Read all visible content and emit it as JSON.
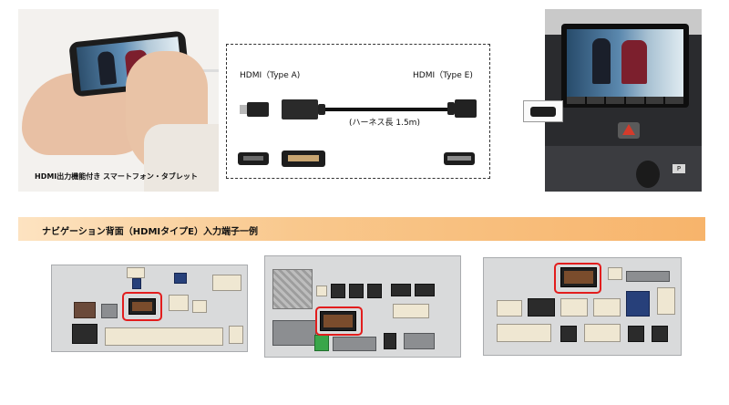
{
  "phone_panel": {
    "caption": "HDMI出力機能付き スマートフォン・タブレット"
  },
  "cable_diagram": {
    "label_type_a": "HDMI（Type A)",
    "label_type_e": "HDMI（Type E)",
    "harness_length": "(ハーネス長 1.5m)"
  },
  "dash_panel": {
    "p_button": "P"
  },
  "section": {
    "title": "ナビゲーション背面（HDMIタイプE）入力端子一例"
  },
  "colors": {
    "banner_orange": "#f7b46b",
    "highlight_red": "#e21d1d"
  }
}
